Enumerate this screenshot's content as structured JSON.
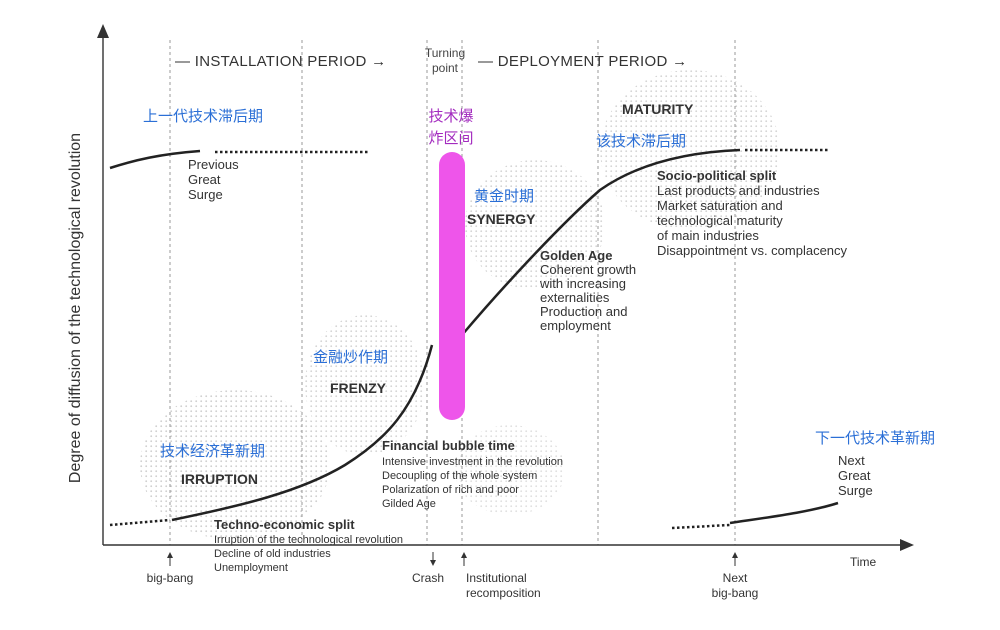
{
  "axes": {
    "y_label": "Degree of diffusion of the technological revolution",
    "x_label": "Time"
  },
  "periods": {
    "installation": "— INSTALLATION PERIOD →",
    "turning_line1": "Turning",
    "turning_line2": "point",
    "deployment": "— DEPLOYMENT PERIOD →"
  },
  "cn_labels": {
    "prev_lag": "上一代技术滞后期",
    "explosion_line1": "技术爆",
    "explosion_line2": "炸区间",
    "golden": "黄金时期",
    "this_lag": "该技术滞后期",
    "frenzy": "金融炒作期",
    "irruption": "技术经济革新期",
    "next_innovation": "下一代技术革新期"
  },
  "phases": {
    "irruption": "IRRUPTION",
    "frenzy": "FRENZY",
    "synergy": "SYNERGY",
    "maturity": "MATURITY"
  },
  "previous_surge": [
    "Previous",
    "Great",
    "Surge"
  ],
  "next_surge": [
    "Next",
    "Great",
    "Surge"
  ],
  "techno_split": {
    "title": "Techno-economic split",
    "lines": [
      "Irruption of the technological revolution",
      "Decline of old industries",
      "Unemployment"
    ]
  },
  "bubble": {
    "title": "Financial bubble time",
    "lines": [
      "Intensive investment in the revolution",
      "Decoupling of the whole system",
      "Polarization of rich and poor",
      "Gilded Age"
    ]
  },
  "golden_age": {
    "title": "Golden Age",
    "lines": [
      "Coherent growth",
      "with increasing",
      "externalities",
      "Production and",
      "employment"
    ]
  },
  "socio_split": {
    "title": "Socio-political split",
    "lines": [
      "Last products and industries",
      "Market saturation and",
      "technological maturity",
      "of main industries",
      "Disappointment vs. complacency"
    ]
  },
  "markers": {
    "big_bang": "big-bang",
    "crash": "Crash",
    "institutional": [
      "Institutional",
      "recomposition"
    ],
    "next_big_bang": [
      "Next",
      "big-bang"
    ]
  },
  "colors": {
    "highlight_bar": "#ee55ea",
    "cn_blue": "#2b6fd6",
    "cn_purple": "#a32bbf"
  }
}
